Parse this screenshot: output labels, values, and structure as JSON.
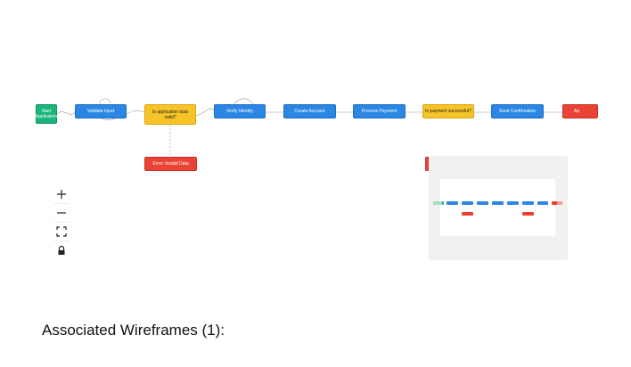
{
  "flowchart": {
    "nodes": [
      {
        "id": "start",
        "label": "Start\nApplication",
        "color": "green"
      },
      {
        "id": "validate",
        "label": "Validate Input",
        "color": "blue"
      },
      {
        "id": "valid_check",
        "label": "Is application data\nvalid?",
        "color": "yellow"
      },
      {
        "id": "verify",
        "label": "Verify Identity",
        "color": "blue"
      },
      {
        "id": "create",
        "label": "Create Account",
        "color": "blue"
      },
      {
        "id": "payment",
        "label": "Process Payment",
        "color": "blue"
      },
      {
        "id": "payment_check",
        "label": "Is payment successful?",
        "color": "yellow"
      },
      {
        "id": "confirm",
        "label": "Send Confirmation",
        "color": "blue"
      },
      {
        "id": "end",
        "label": "Ap",
        "color": "red"
      },
      {
        "id": "error_invalid",
        "label": "Error: Invalid Data",
        "color": "red"
      },
      {
        "id": "error_payment",
        "label": "",
        "color": "red"
      }
    ],
    "colors": {
      "blue": "#2b87e3",
      "yellow": "#f6c328",
      "red": "#ea4335",
      "green": "#19b57a"
    }
  },
  "controls": [
    {
      "name": "zoom-in",
      "icon": "plus-icon"
    },
    {
      "name": "zoom-out",
      "icon": "minus-icon"
    },
    {
      "name": "fit-view",
      "icon": "fit-view-icon"
    },
    {
      "name": "lock",
      "icon": "lock-icon"
    }
  ],
  "wireframes": {
    "heading": "Associated Wireframes (1):"
  }
}
